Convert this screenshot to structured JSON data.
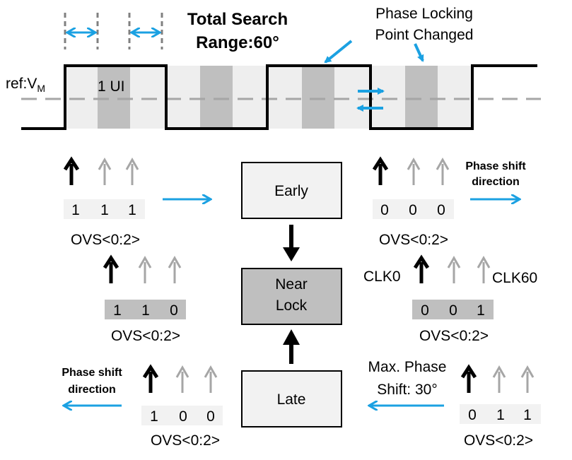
{
  "colors": {
    "accent": "#1ba1e2",
    "waveform": "#000000",
    "light_band": "#eeeeee",
    "dark_band": "#bfbfbf",
    "gray_arrow": "#a6a6a6",
    "box_fill": "#f2f2f2",
    "near_lock_fill": "#bfbfbf"
  },
  "waveform": {
    "ref_label": "ref:V",
    "ref_subscript": "M",
    "ui_label": "1 UI",
    "search_range_line1": "Total Search",
    "search_range_line2": "Range:60°",
    "locking_point_line1": "Phase Locking",
    "locking_point_line2": "Point Changed"
  },
  "states": {
    "early": "Early",
    "near_lock_line1": "Near",
    "near_lock_line2": "Lock",
    "late": "Late"
  },
  "samples": {
    "top_left": {
      "bits": [
        "1",
        "1",
        "1"
      ],
      "label": "OVS<0:2>"
    },
    "mid_left": {
      "bits": [
        "1",
        "1",
        "0"
      ],
      "label": "OVS<0:2>"
    },
    "bot_left": {
      "bits": [
        "1",
        "0",
        "0"
      ],
      "label": "OVS<0:2>"
    },
    "top_right": {
      "bits": [
        "0",
        "0",
        "0"
      ],
      "label": "OVS<0:2>"
    },
    "mid_right": {
      "bits": [
        "0",
        "0",
        "1"
      ],
      "label": "OVS<0:2>"
    },
    "bot_right": {
      "bits": [
        "0",
        "1",
        "1"
      ],
      "label": "OVS<0:2>"
    }
  },
  "annotations": {
    "phase_shift_right_line1": "Phase shift",
    "phase_shift_right_line2": "direction",
    "phase_shift_left_line1": "Phase shift",
    "phase_shift_left_line2": "direction",
    "clk0": "CLK0",
    "clk60": "CLK60",
    "max_shift_line1": "Max. Phase",
    "max_shift_line2": "Shift: 30°"
  }
}
